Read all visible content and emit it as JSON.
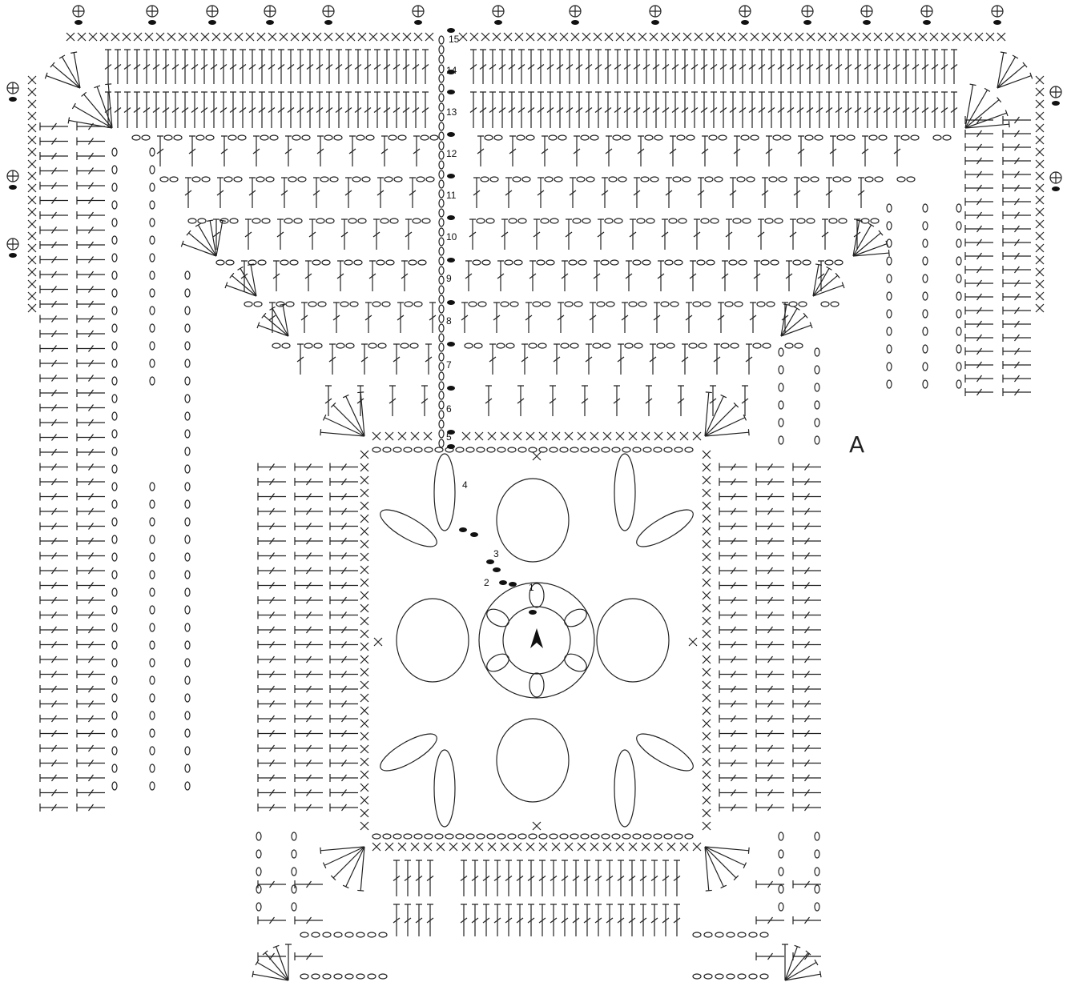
{
  "diagram": {
    "chart_letter": "A",
    "row_numbers": [
      "1",
      "2",
      "3",
      "4",
      "5",
      "6",
      "7",
      "8",
      "9",
      "10",
      "11",
      "12",
      "13",
      "14",
      "15"
    ],
    "legend_symbols": [
      "chain-stitch",
      "slip-stitch",
      "single-crochet",
      "half-double-crochet",
      "double-crochet",
      "treble-crochet",
      "picot",
      "start-arrow",
      "row-start-dot"
    ]
  },
  "colors": {
    "ink": "#222222",
    "background": "#ffffff"
  }
}
